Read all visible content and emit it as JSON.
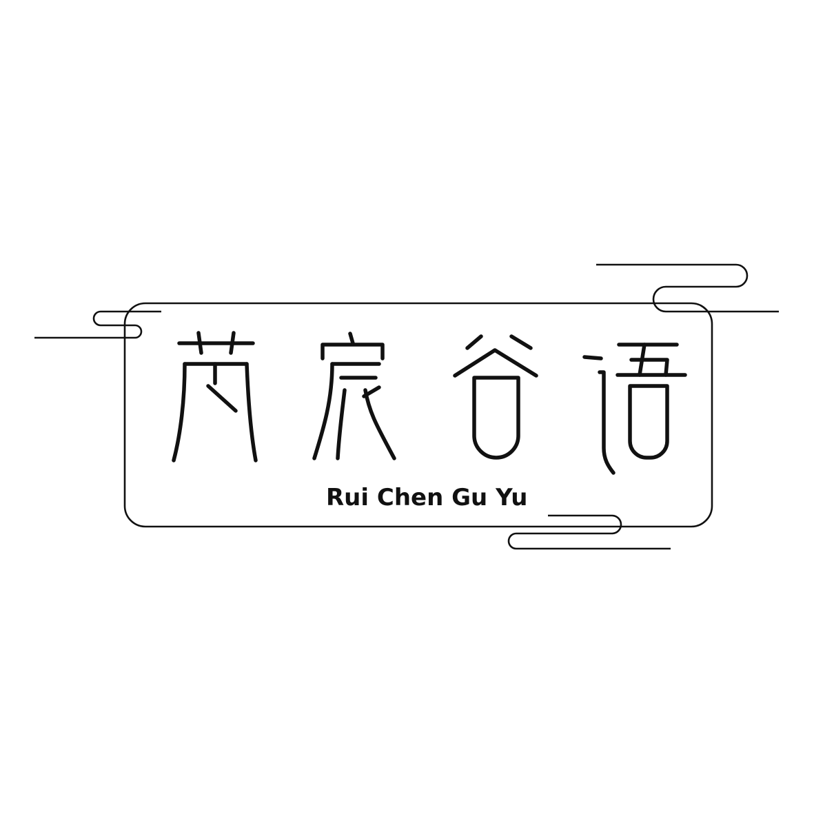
{
  "logo": {
    "characters": [
      "芮",
      "宸",
      "谷",
      "语"
    ],
    "pinyin": "Rui Chen Gu Yu"
  },
  "colors": {
    "background": "#ffffff",
    "ink": "#111111"
  }
}
